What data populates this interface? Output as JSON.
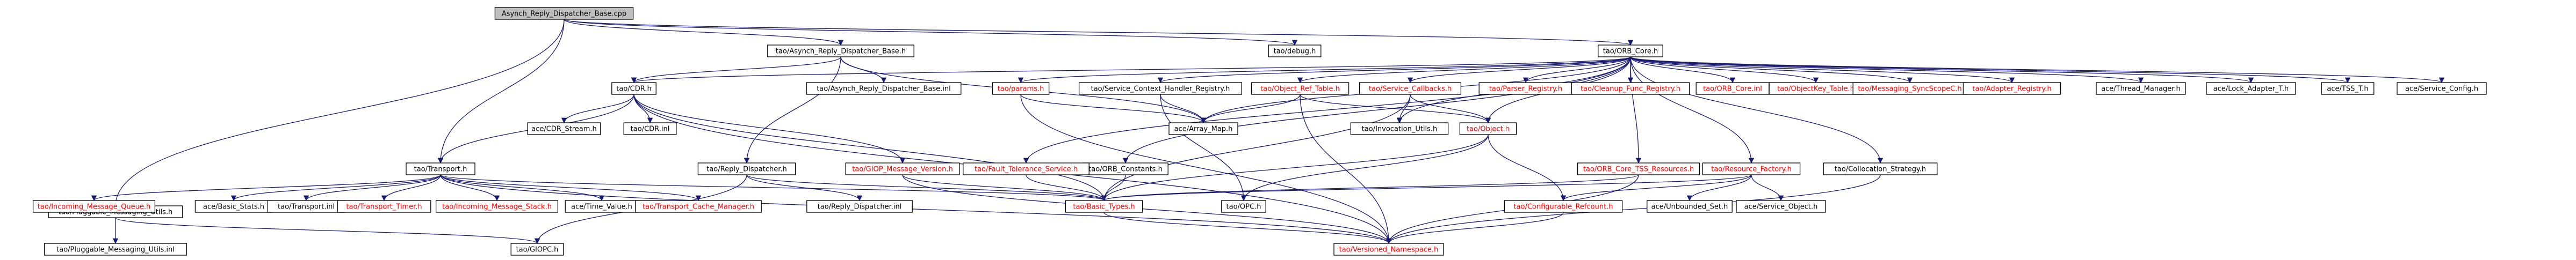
{
  "colors": {
    "edge": "#191970",
    "root_fill": "#bfbfbf",
    "node_fill": "#ffffff",
    "node_text": "#000000",
    "missing_text": "#ff0000",
    "box_stroke": "#000000"
  },
  "nodes": [
    {
      "id": "root",
      "label": "Asynch_Reply_Dispatcher_Base.cpp",
      "style": "root"
    },
    {
      "id": "async_h",
      "label": "tao/Asynch_Reply_Dispatcher_Base.h",
      "style": "normal"
    },
    {
      "id": "debug_h",
      "label": "tao/debug.h",
      "style": "normal"
    },
    {
      "id": "orbcore_h",
      "label": "tao/ORB_Core.h",
      "style": "normal"
    },
    {
      "id": "transport_h",
      "label": "tao/Transport.h",
      "style": "normal"
    },
    {
      "id": "pmu_h",
      "label": "tao/Pluggable_Messaging_Utils.h",
      "style": "normal"
    },
    {
      "id": "pmu_inl",
      "label": "tao/Pluggable_Messaging_Utils.inl",
      "style": "normal"
    },
    {
      "id": "cdr_h",
      "label": "tao/CDR.h",
      "style": "normal"
    },
    {
      "id": "async_inl",
      "label": "tao/Asynch_Reply_Dispatcher_Base.inl",
      "style": "normal"
    },
    {
      "id": "replyd_h",
      "label": "tao/Reply_Dispatcher.h",
      "style": "normal"
    },
    {
      "id": "replyd_inl",
      "label": "tao/Reply_Dispatcher.inl",
      "style": "normal"
    },
    {
      "id": "cdrstream_h",
      "label": "ace/CDR_Stream.h",
      "style": "normal"
    },
    {
      "id": "cdr_inl",
      "label": "tao/CDR.inl",
      "style": "normal"
    },
    {
      "id": "giopver_h",
      "label": "tao/GIOP_Message_Version.h",
      "style": "missing"
    },
    {
      "id": "imq_h",
      "label": "tao/Incoming_Message_Queue.h",
      "style": "missing"
    },
    {
      "id": "basicstats_h",
      "label": "ace/Basic_Stats.h",
      "style": "normal"
    },
    {
      "id": "transport_inl",
      "label": "tao/Transport.inl",
      "style": "normal"
    },
    {
      "id": "transporttimer_h",
      "label": "tao/Transport_Timer.h",
      "style": "missing"
    },
    {
      "id": "ims_h",
      "label": "tao/Incoming_Message_Stack.h",
      "style": "missing"
    },
    {
      "id": "timevalue_h",
      "label": "ace/Time_Value.h",
      "style": "normal"
    },
    {
      "id": "tcm_h",
      "label": "tao/Transport_Cache_Manager.h",
      "style": "missing"
    },
    {
      "id": "giopc_h",
      "label": "tao/GIOPC.h",
      "style": "normal"
    },
    {
      "id": "basictypes_h",
      "label": "tao/Basic_Types.h",
      "style": "missing"
    },
    {
      "id": "orbconst_h",
      "label": "tao/ORB_Constants.h",
      "style": "normal"
    },
    {
      "id": "fts_h",
      "label": "tao/Fault_Tolerance_Service.h",
      "style": "missing"
    },
    {
      "id": "params_h",
      "label": "tao/params.h",
      "style": "missing"
    },
    {
      "id": "arraymap_h",
      "label": "ace/Array_Map.h",
      "style": "normal"
    },
    {
      "id": "schr_h",
      "label": "tao/Service_Context_Handler_Registry.h",
      "style": "normal"
    },
    {
      "id": "ort_h",
      "label": "tao/Object_Ref_Table.h",
      "style": "missing"
    },
    {
      "id": "opc_h",
      "label": "tao/OPC.h",
      "style": "normal"
    },
    {
      "id": "svccb_h",
      "label": "tao/Service_Callbacks.h",
      "style": "missing"
    },
    {
      "id": "invutils_h",
      "label": "tao/Invocation_Utils.h",
      "style": "normal"
    },
    {
      "id": "object_h",
      "label": "tao/Object.h",
      "style": "missing"
    },
    {
      "id": "parser_h",
      "label": "tao/Parser_Registry.h",
      "style": "missing"
    },
    {
      "id": "cleanup_h",
      "label": "tao/Cleanup_Func_Registry.h",
      "style": "missing"
    },
    {
      "id": "orbcore_inl",
      "label": "tao/ORB_Core.inl",
      "style": "missing"
    },
    {
      "id": "tss_h",
      "label": "tao/ORB_Core_TSS_Resources.h",
      "style": "missing"
    },
    {
      "id": "rf_h",
      "label": "tao/Resource_Factory.h",
      "style": "missing"
    },
    {
      "id": "objkey_h",
      "label": "tao/ObjectKey_Table.h",
      "style": "missing"
    },
    {
      "id": "msgsync_h",
      "label": "tao/Messaging_SyncScopeC.h",
      "style": "missing"
    },
    {
      "id": "adapter_h",
      "label": "tao/Adapter_Registry.h",
      "style": "missing"
    },
    {
      "id": "collstrat_h",
      "label": "tao/Collocation_Strategy.h",
      "style": "normal"
    },
    {
      "id": "cfgref_h",
      "label": "tao/Configurable_Refcount.h",
      "style": "missing"
    },
    {
      "id": "unbset_h",
      "label": "ace/Unbounded_Set.h",
      "style": "normal"
    },
    {
      "id": "svcobj_h",
      "label": "ace/Service_Object.h",
      "style": "normal"
    },
    {
      "id": "threadmgr_h",
      "label": "ace/Thread_Manager.h",
      "style": "normal"
    },
    {
      "id": "lockadapter_h",
      "label": "ace/Lock_Adapter_T.h",
      "style": "normal"
    },
    {
      "id": "tsst_h",
      "label": "ace/TSS_T.h",
      "style": "normal"
    },
    {
      "id": "svcconfig_h",
      "label": "ace/Service_Config.h",
      "style": "normal"
    },
    {
      "id": "versioned_h",
      "label": "tao/Versioned_Namespace.h",
      "style": "missing"
    }
  ]
}
